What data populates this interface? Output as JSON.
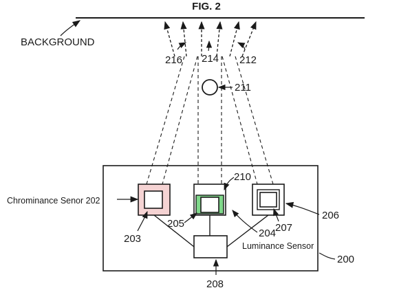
{
  "figure": {
    "title": "FIG. 2",
    "background_label": "BACKGROUND",
    "chrominance_sensor_label": "Chrominance Senor 202",
    "luminance_sensor_label": "Luminance Sensor",
    "refs": {
      "r216": "216",
      "r214": "214",
      "r212": "212",
      "r211": "211",
      "r210": "210",
      "r203": "203",
      "r205": "205",
      "r204": "204",
      "r207": "207",
      "r206": "206",
      "r200": "200",
      "r208": "208"
    }
  },
  "colors": {
    "line": "#1a1a1a",
    "chrominance_fill": "#f5d3d3",
    "luminance_fill": "#7fd88a"
  }
}
